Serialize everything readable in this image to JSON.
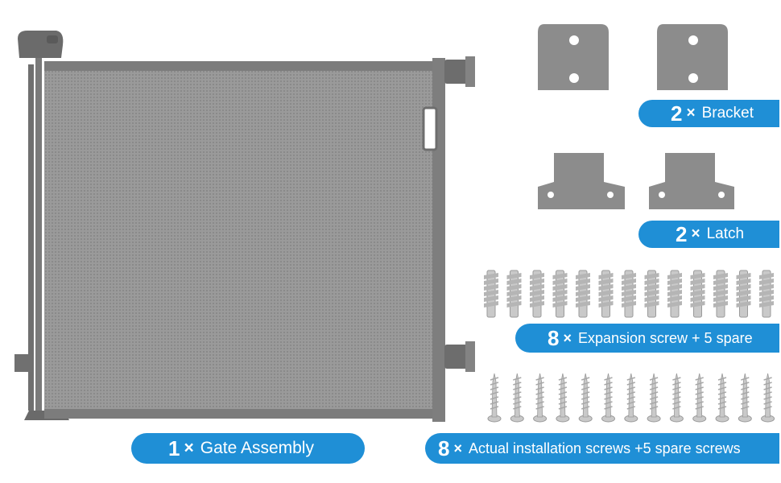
{
  "colors": {
    "accent": "#1f8fd6",
    "part_gray": "#8c8c8c",
    "mesh_gray": "#8f8f8f",
    "metal": "#c9c9c9"
  },
  "labels": {
    "gate": {
      "qty": "1",
      "times": "×",
      "text": "Gate Assembly"
    },
    "bracket": {
      "qty": "2",
      "times": "×",
      "text": "Bracket"
    },
    "latch": {
      "qty": "2",
      "times": "×",
      "text": "Latch"
    },
    "expansion": {
      "qty": "8",
      "times": "×",
      "text": "Expansion screw + 5 spare"
    },
    "screws": {
      "qty": "8",
      "times": "×",
      "text": "Actual installation screws +5 spare screws"
    }
  },
  "parts": {
    "bracket_count": 2,
    "latch_count": 2,
    "expansion_screw_count": 13,
    "installation_screw_count": 13
  }
}
